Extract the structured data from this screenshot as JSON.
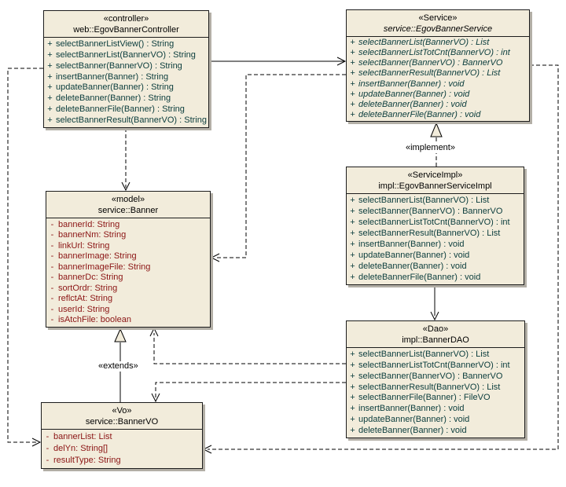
{
  "diagram": {
    "background_color": "#ffffff",
    "box_fill_color": "#f2ecdb",
    "box_border_color": "#1c1c1c",
    "shadow_color": "#b3afa6",
    "method_text_color": "#0a3c3c",
    "attribute_text_color": "#8b1414"
  },
  "classes": {
    "controller": {
      "stereotype": "«controller»",
      "name": "web::EgovBannerController",
      "members": [
        {
          "v": "+",
          "t": "selectBannerListView() : String"
        },
        {
          "v": "+",
          "t": "selectBannerList(BannerVO) : String"
        },
        {
          "v": "+",
          "t": "selectBanner(BannerVO) : String"
        },
        {
          "v": "+",
          "t": "insertBanner(Banner) : String"
        },
        {
          "v": "+",
          "t": "updateBanner(Banner) : String"
        },
        {
          "v": "+",
          "t": "deleteBanner(Banner) : String"
        },
        {
          "v": "+",
          "t": "deleteBannerFile(Banner) : String"
        },
        {
          "v": "+",
          "t": "selectBannerResult(BannerVO) : String"
        }
      ]
    },
    "service": {
      "stereotype": "«Service»",
      "name": "service::EgovBannerService",
      "members": [
        {
          "v": "+",
          "t": "selectBannerList(BannerVO) : List"
        },
        {
          "v": "+",
          "t": "selectBannerListTotCnt(BannerVO) : int"
        },
        {
          "v": "+",
          "t": "selectBanner(BannerVO) : BannerVO"
        },
        {
          "v": "+",
          "t": "selectBannerResult(BannerVO) : List"
        },
        {
          "v": "+",
          "t": "insertBanner(Banner) : void"
        },
        {
          "v": "+",
          "t": "updateBanner(Banner) : void"
        },
        {
          "v": "+",
          "t": "deleteBanner(Banner) : void"
        },
        {
          "v": "+",
          "t": "deleteBannerFile(Banner) : void"
        }
      ]
    },
    "model": {
      "stereotype": "«model»",
      "name": "service::Banner",
      "members": [
        {
          "v": "-",
          "t": "bannerId:  String"
        },
        {
          "v": "-",
          "t": "bannerNm:  String"
        },
        {
          "v": "-",
          "t": "linkUrl:  String"
        },
        {
          "v": "-",
          "t": "bannerImage:  String"
        },
        {
          "v": "-",
          "t": "bannerImageFile:  String"
        },
        {
          "v": "-",
          "t": "bannerDc:  String"
        },
        {
          "v": "-",
          "t": "sortOrdr:  String"
        },
        {
          "v": "-",
          "t": "reflctAt:  String"
        },
        {
          "v": "-",
          "t": "userId:  String"
        },
        {
          "v": "-",
          "t": "isAtchFile:  boolean"
        }
      ]
    },
    "serviceimpl": {
      "stereotype": "«ServiceImpl»",
      "name": "impl::EgovBannerServiceImpl",
      "members": [
        {
          "v": "+",
          "t": "selectBannerList(BannerVO) : List"
        },
        {
          "v": "+",
          "t": "selectBanner(BannerVO) : BannerVO"
        },
        {
          "v": "+",
          "t": "selectBannerListTotCnt(BannerVO) : int"
        },
        {
          "v": "+",
          "t": "selectBannerResult(BannerVO) : List"
        },
        {
          "v": "+",
          "t": "insertBanner(Banner) : void"
        },
        {
          "v": "+",
          "t": "updateBanner(Banner) : void"
        },
        {
          "v": "+",
          "t": "deleteBanner(Banner) : void"
        },
        {
          "v": "+",
          "t": "deleteBannerFile(Banner) : void"
        }
      ]
    },
    "dao": {
      "stereotype": "«Dao»",
      "name": "impl::BannerDAO",
      "members": [
        {
          "v": "+",
          "t": "selectBannerList(BannerVO) : List"
        },
        {
          "v": "+",
          "t": "selectBannerListTotCnt(BannerVO) : int"
        },
        {
          "v": "+",
          "t": "selectBanner(BannerVO) : BannerVO"
        },
        {
          "v": "+",
          "t": "selectBannerResult(BannerVO) : List"
        },
        {
          "v": "+",
          "t": "selectBannerFile(Banner) : FileVO"
        },
        {
          "v": "+",
          "t": "insertBanner(Banner) : void"
        },
        {
          "v": "+",
          "t": "updateBanner(Banner) : void"
        },
        {
          "v": "+",
          "t": "deleteBanner(Banner) : void"
        }
      ]
    },
    "vo": {
      "stereotype": "«Vo»",
      "name": "service::BannerVO",
      "members": [
        {
          "v": "-",
          "t": "bannerList:  List"
        },
        {
          "v": "-",
          "t": "delYn:  String[]"
        },
        {
          "v": "-",
          "t": "resultType:  String"
        }
      ]
    }
  },
  "labels": {
    "implement": "«implement»",
    "extends": "«extends»"
  },
  "edges": [
    {
      "from": "web::EgovBannerController",
      "to": "service::EgovBannerService",
      "type": "association",
      "line": "solid"
    },
    {
      "from": "web::EgovBannerController",
      "to": "service::Banner",
      "type": "dependency",
      "line": "dashed"
    },
    {
      "from": "web::EgovBannerController",
      "to": "service::BannerVO",
      "type": "dependency",
      "line": "dashed"
    },
    {
      "from": "service::EgovBannerService",
      "to": "service::Banner",
      "type": "dependency",
      "line": "dashed"
    },
    {
      "from": "service::EgovBannerService",
      "to": "service::BannerVO",
      "type": "dependency",
      "line": "dashed"
    },
    {
      "from": "impl::EgovBannerServiceImpl",
      "to": "service::EgovBannerService",
      "type": "realization",
      "line": "dashed",
      "label": "«implement»"
    },
    {
      "from": "impl::EgovBannerServiceImpl",
      "to": "impl::BannerDAO",
      "type": "association",
      "line": "solid"
    },
    {
      "from": "impl::BannerDAO",
      "to": "service::Banner",
      "type": "dependency",
      "line": "dashed"
    },
    {
      "from": "impl::BannerDAO",
      "to": "service::BannerVO",
      "type": "dependency",
      "line": "dashed"
    },
    {
      "from": "service::BannerVO",
      "to": "service::Banner",
      "type": "generalization",
      "line": "solid",
      "label": "«extends»"
    }
  ]
}
